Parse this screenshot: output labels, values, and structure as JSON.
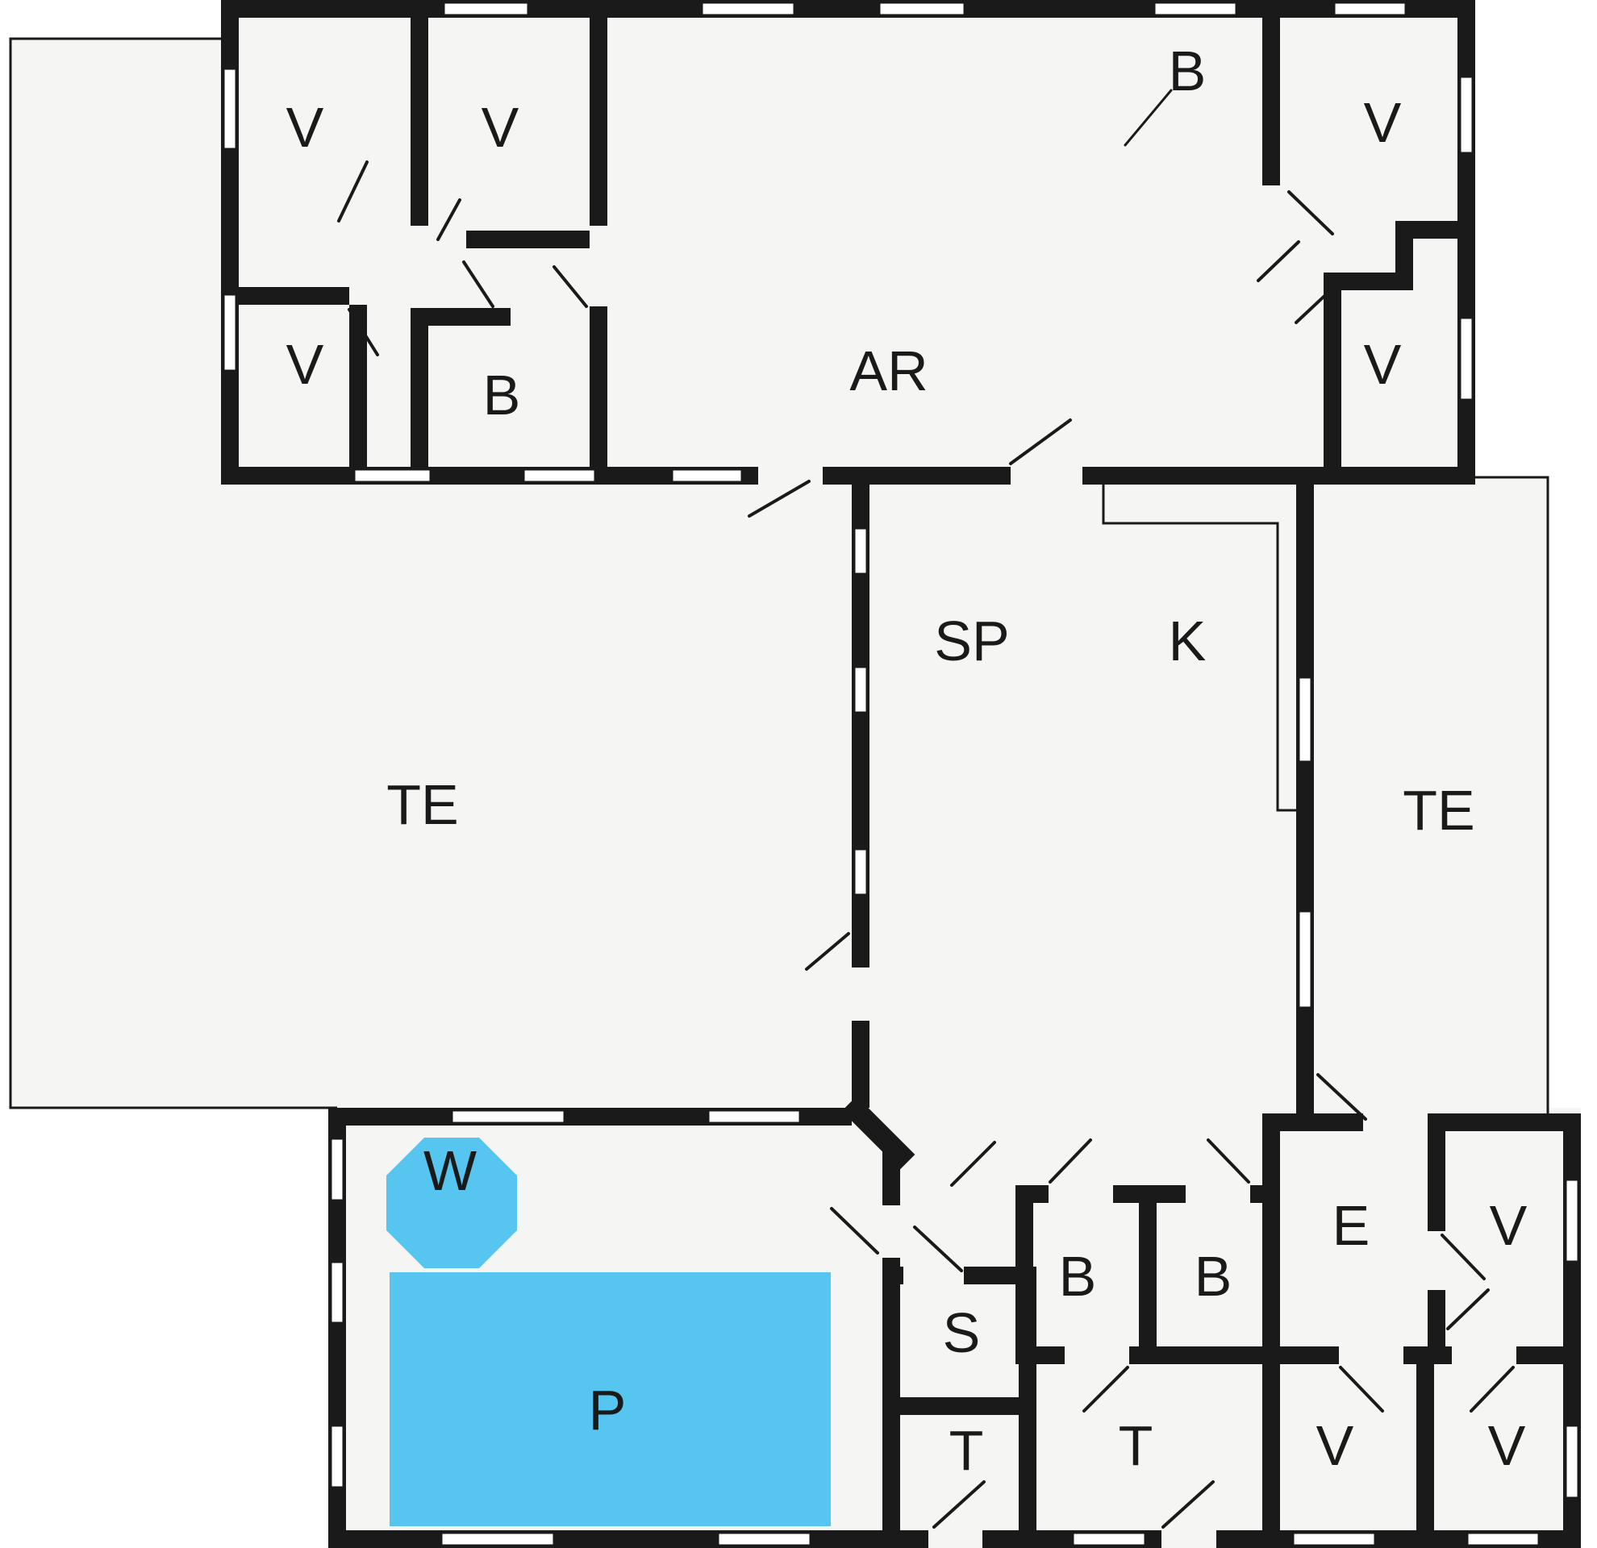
{
  "floorplan": {
    "colors": {
      "wall": "#1a1a1a",
      "floor": "#f5f5f3",
      "window": "#ffffff",
      "water": "#56c5ef",
      "background": "#ffffff"
    },
    "rooms": {
      "bedroom_nw1": "V",
      "bedroom_nw2": "V",
      "bedroom_nw3": "V",
      "bath_nw": "B",
      "living": "AR",
      "bath_ne": "B",
      "bedroom_ne_upper": "V",
      "bedroom_ne_lower": "V",
      "dining": "SP",
      "kitchen": "K",
      "terrace_west": "TE",
      "terrace_east": "TE",
      "whirlpool": "W",
      "pool": "P",
      "sauna": "S",
      "bath_s_left": "B",
      "bath_s_right": "B",
      "entrance": "E",
      "bedroom_east": "V",
      "tech_left": "T",
      "tech_right": "T",
      "bedroom_s_left": "V",
      "bedroom_s_right": "V"
    }
  }
}
